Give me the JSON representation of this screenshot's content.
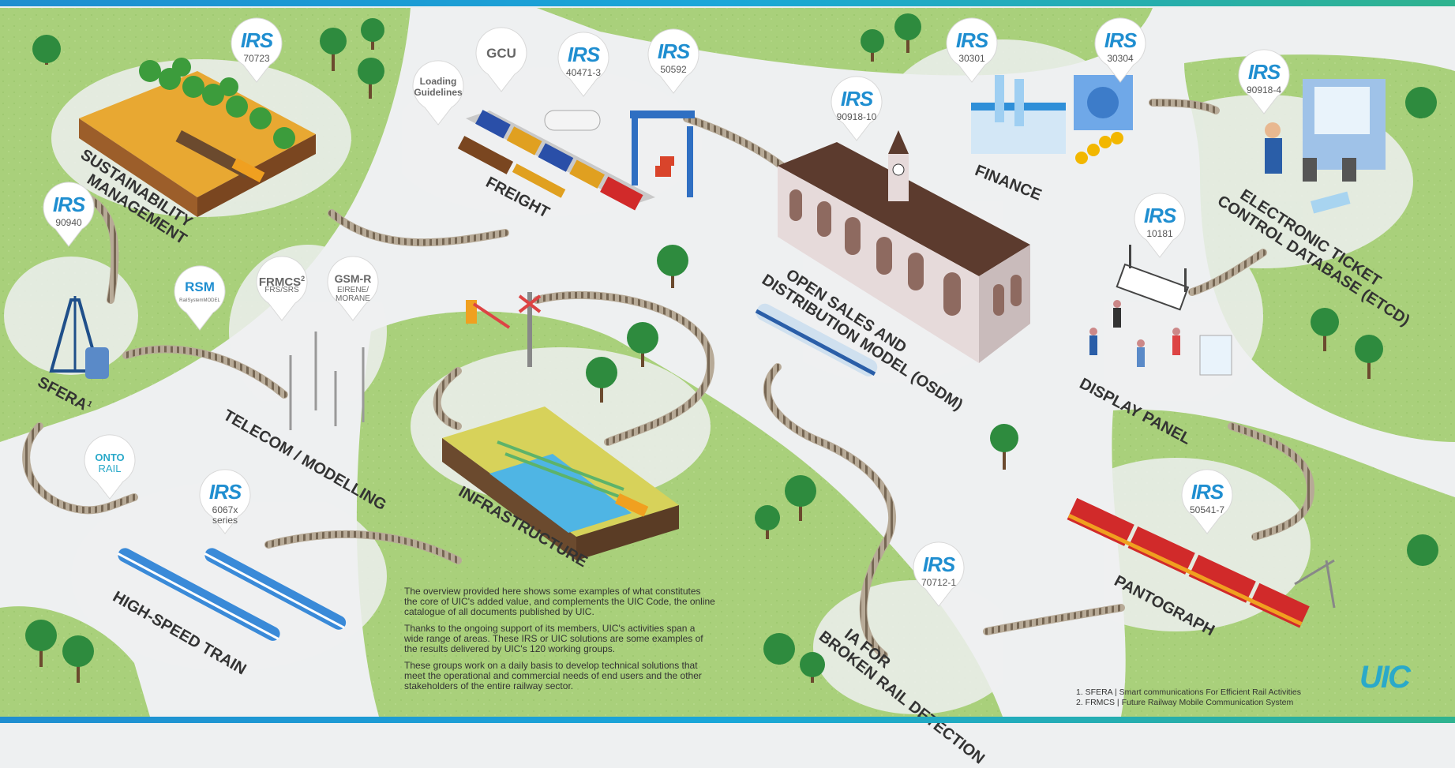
{
  "pins": {
    "irs_70723": {
      "brand": "IRS",
      "number": "70723"
    },
    "loading": {
      "text": "Loading Guidelines"
    },
    "gcu": {
      "text": "GCU"
    },
    "irs_40471": {
      "brand": "IRS",
      "number": "40471-3"
    },
    "irs_50592": {
      "brand": "IRS",
      "number": "50592"
    },
    "irs_90918_10": {
      "brand": "IRS",
      "number": "90918-10"
    },
    "irs_30301": {
      "brand": "IRS",
      "number": "30301"
    },
    "irs_30304": {
      "brand": "IRS",
      "number": "30304"
    },
    "irs_90918_4": {
      "brand": "IRS",
      "number": "90918-4"
    },
    "irs_90940": {
      "brand": "IRS",
      "number": "90940"
    },
    "rsm": {
      "text": "RSM",
      "sub": "RailSystemMODEL"
    },
    "frmcs": {
      "text": "FRMCS",
      "sup": "2",
      "sub": "FRS/SRS"
    },
    "gsmr": {
      "text": "GSM-R",
      "sub": "EIRENE/ MORANE"
    },
    "irs_10181": {
      "brand": "IRS",
      "number": "10181"
    },
    "ontorail": {
      "text": "ONTO",
      "sub": "RAIL"
    },
    "irs_6067x": {
      "brand": "IRS",
      "number": "6067x series"
    },
    "irs_70712": {
      "brand": "IRS",
      "number": "70712-1"
    },
    "irs_50541": {
      "brand": "IRS",
      "number": "50541-7"
    }
  },
  "labels": {
    "sustainability": [
      "SUSTAINABILITY",
      "MANAGEMENT"
    ],
    "freight": "FREIGHT",
    "osdm": [
      "OPEN SALES AND",
      "DISTRIBUTION MODEL (OSDM)"
    ],
    "finance": "FINANCE",
    "etcd": [
      "ELECTRONIC TICKET",
      "CONTROL DATABASE (ETCD)"
    ],
    "sfera": "SFERA",
    "sfera_sup": "1",
    "telecom": "TELECOM / MODELLING",
    "infrastructure": "INFRASTRUCTURE",
    "display": "DISPLAY PANEL",
    "highspeed": "HIGH-SPEED TRAIN",
    "ia": [
      "IA FOR",
      "BROKEN RAIL DETECTION"
    ],
    "pantograph": "PANTOGRAPH"
  },
  "description": [
    "The overview provided here shows some examples of what constitutes the core of UIC's added value, and complements the UIC Code, the online catalogue of all documents published by UIC.",
    "Thanks to the ongoing support of its members, UIC's activities span a wide range of areas. These IRS or UIC solutions are some examples of the results delivered by UIC's 120 working groups.",
    "These groups work on a daily basis to develop technical solutions that meet the operational and commercial needs of  end users and the other stakeholders of the entire railway sector."
  ],
  "footnotes": [
    "1. SFERA   | Smart communications For Efficient Rail Activities",
    "2. FRMCS  | Future Railway Mobile Communication System"
  ],
  "logo": "UIC",
  "colors": {
    "green": "#a8cf7a",
    "accent": "#1f8ed0",
    "track": "#7a6a55"
  }
}
